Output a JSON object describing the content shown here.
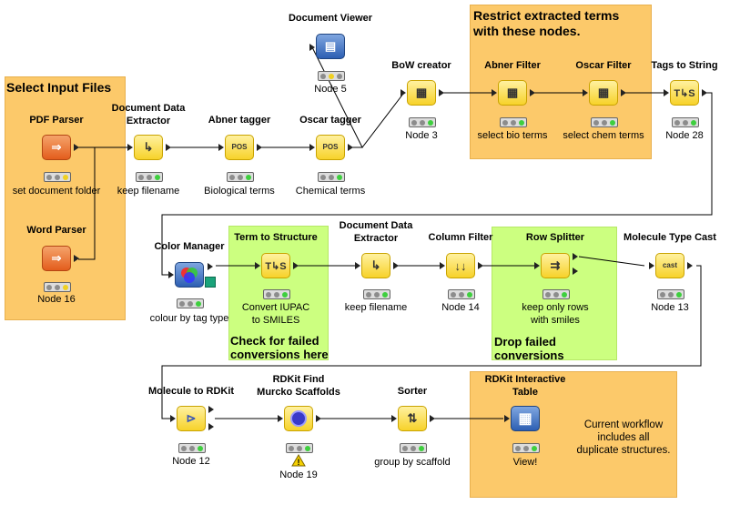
{
  "annotations": {
    "select_input": "Select Input Files",
    "restrict": "Restrict extracted terms\nwith these nodes.",
    "check_failed": "Check for failed\nconversions here",
    "drop_failed": "Drop failed\nconversions",
    "current_workflow": "Current workflow\nincludes all\nduplicate structures."
  },
  "nodes": {
    "pdf_parser": {
      "title": "PDF Parser",
      "label": "set document folder"
    },
    "word_parser": {
      "title": "Word Parser",
      "label": "Node 16"
    },
    "doc_extractor1": {
      "title": "Document Data\nExtractor",
      "label": "keep filename"
    },
    "abner_tagger": {
      "title": "Abner tagger",
      "label": "Biological terms"
    },
    "oscar_tagger": {
      "title": "Oscar tagger",
      "label": "Chemical terms"
    },
    "doc_viewer": {
      "title": "Document Viewer",
      "label": "Node 5"
    },
    "bow_creator": {
      "title": "BoW creator",
      "label": "Node 3"
    },
    "abner_filter": {
      "title": "Abner Filter",
      "label": "select bio terms"
    },
    "oscar_filter": {
      "title": "Oscar Filter",
      "label": "select chem terms"
    },
    "tags_to_string": {
      "title": "Tags to String",
      "label": "Node 28"
    },
    "color_manager": {
      "title": "Color Manager",
      "label": "colour by tag type"
    },
    "term_to_structure": {
      "title": "Term to Structure",
      "label": "Convert IUPAC\nto SMILES"
    },
    "doc_extractor2": {
      "title": "Document Data\nExtractor",
      "label": "keep filename"
    },
    "column_filter": {
      "title": "Column Filter",
      "label": "Node 14"
    },
    "row_splitter": {
      "title": "Row Splitter",
      "label": "keep only rows\nwith smiles"
    },
    "mol_type_cast": {
      "title": "Molecule Type Cast",
      "label": "Node 13"
    },
    "mol_to_rdkit": {
      "title": "Molecule to RDKit",
      "label": "Node 12"
    },
    "rdkit_murcko": {
      "title": "RDKit Find\nMurcko Scaffolds",
      "label": "Node 19"
    },
    "sorter": {
      "title": "Sorter",
      "label": "group by scaffold"
    },
    "rdkit_table": {
      "title": "RDKit Interactive\nTable",
      "label": "View!"
    }
  },
  "icons": {
    "pdf_parser": "file-import-icon",
    "word_parser": "file-import-icon",
    "doc_extractor": "document-extract-icon",
    "tagger": "pos-tag-icon",
    "doc_viewer": "document-view-icon",
    "bow": "bag-of-words-icon",
    "filter": "filter-icon",
    "tags_to_string": "tag-string-icon",
    "color_manager": "color-circles-icon",
    "column_filter": "column-filter-icon",
    "row_splitter": "row-split-icon",
    "mol_type_cast": "type-cast-icon",
    "mol_to_rdkit": "molecule-convert-icon",
    "rdkit_murcko": "scaffold-icon",
    "sorter": "sort-icon",
    "rdkit_table": "table-grid-icon",
    "warning": "warning-icon"
  },
  "glyphs": {
    "import": "⇒",
    "extract": "↳",
    "tag": "POS",
    "view": "▤",
    "bow": "▦",
    "tags_to_string": "T↳S",
    "column_filter": "↓↓",
    "row_splitter": "⇉",
    "mol_type_cast": "cast",
    "mol_to_rdkit": "⊳",
    "sorter": "⇅",
    "rdkit_table": "▦",
    "warning": "!"
  },
  "colors": {
    "annotation_orange": "#fcc96a",
    "annotation_green": "#ccff80",
    "node_yellow": "#f7d22a",
    "node_orange": "#e35d1c",
    "node_blue": "#2d5fb3",
    "status_green": "#3ecf3e",
    "status_yellow": "#f0d020"
  }
}
